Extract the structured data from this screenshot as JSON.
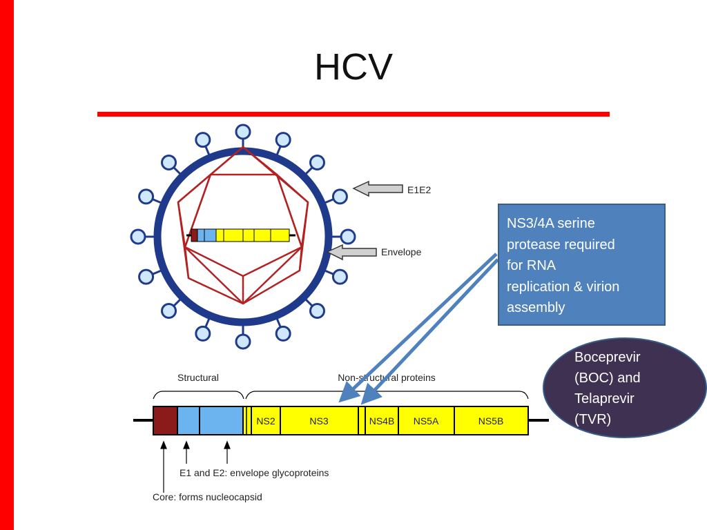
{
  "slide": {
    "title": "HCV",
    "accent_color": "#ff0000"
  },
  "virion": {
    "label_e1e2": "E1E2",
    "label_envelope": "Envelope"
  },
  "genome": {
    "header_structural": "Structural",
    "header_nonstructural": "Non-structural proteins",
    "segments": [
      "NS2",
      "NS3",
      "NS4B",
      "NS5A",
      "NS5B"
    ],
    "annotation_envelope": "E1 and E2: envelope glycoproteins",
    "annotation_core": "Core: forms nucleocapsid"
  },
  "callout": {
    "lines": [
      "NS3/4A serine",
      "protease required",
      "for RNA",
      "replication & virion",
      "assembly"
    ],
    "fill": "#4f81bd"
  },
  "drugs": {
    "lines": [
      "Boceprevir",
      "(BOC) and",
      "Telaprevir",
      "(TVR)"
    ],
    "fill": "#3f3151"
  },
  "colors": {
    "core": "#8b1a1a",
    "envelope_proteins": "#6cb4f0",
    "nonstructural": "#ffff00",
    "envelope_ring": "#1f3a8a",
    "capsid": "#b22222",
    "spike": "#cfe8ff"
  }
}
